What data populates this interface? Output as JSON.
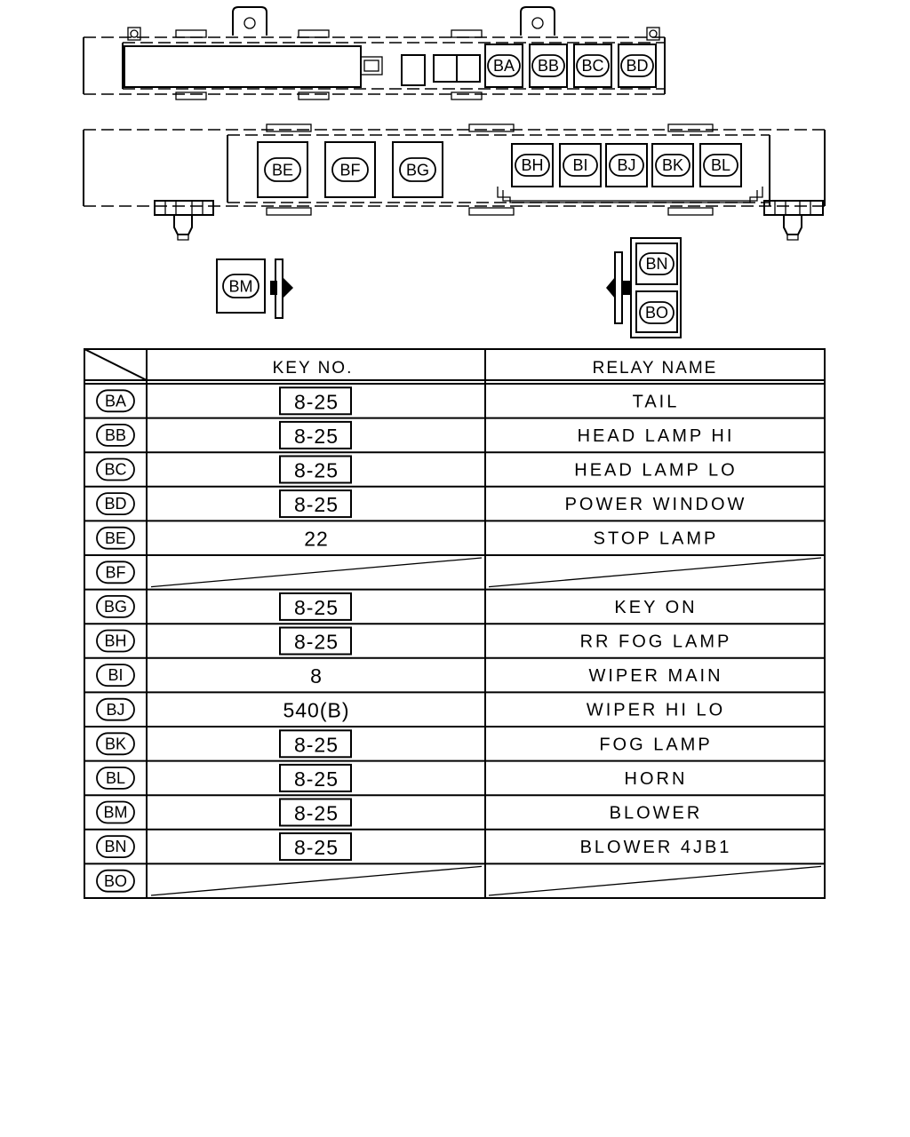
{
  "diagram": {
    "top_relay_labels": [
      "BA",
      "BB",
      "BC",
      "BD"
    ],
    "middle_left_labels": [
      "BE",
      "BF",
      "BG"
    ],
    "middle_right_labels": [
      "BH",
      "BI",
      "BJ",
      "BK",
      "BL"
    ],
    "side_left_label": "BM",
    "side_right_labels": [
      "BN",
      "BO"
    ]
  },
  "table": {
    "headers": {
      "key_no": "KEY NO.",
      "relay_name": "RELAY NAME"
    },
    "rows": [
      {
        "id": "BA",
        "key": "8-25",
        "key_boxed": true,
        "name": "TAIL"
      },
      {
        "id": "BB",
        "key": "8-25",
        "key_boxed": true,
        "name": "HEAD LAMP HI"
      },
      {
        "id": "BC",
        "key": "8-25",
        "key_boxed": true,
        "name": "HEAD LAMP LO"
      },
      {
        "id": "BD",
        "key": "8-25",
        "key_boxed": true,
        "name": "POWER WINDOW"
      },
      {
        "id": "BE",
        "key": "22",
        "key_boxed": false,
        "name": "STOP LAMP"
      },
      {
        "id": "BF",
        "key": "",
        "key_boxed": false,
        "name": "",
        "empty": true
      },
      {
        "id": "BG",
        "key": "8-25",
        "key_boxed": true,
        "name": "KEY ON"
      },
      {
        "id": "BH",
        "key": "8-25",
        "key_boxed": true,
        "name": "RR FOG LAMP"
      },
      {
        "id": "BI",
        "key": "8",
        "key_boxed": false,
        "name": "WIPER MAIN"
      },
      {
        "id": "BJ",
        "key": "540(B)",
        "key_boxed": false,
        "name": "WIPER HI LO"
      },
      {
        "id": "BK",
        "key": "8-25",
        "key_boxed": true,
        "name": "FOG LAMP"
      },
      {
        "id": "BL",
        "key": "8-25",
        "key_boxed": true,
        "name": "HORN"
      },
      {
        "id": "BM",
        "key": "8-25",
        "key_boxed": true,
        "name": "BLOWER"
      },
      {
        "id": "BN",
        "key": "8-25",
        "key_boxed": true,
        "name": "BLOWER 4JB1"
      },
      {
        "id": "BO",
        "key": "",
        "key_boxed": false,
        "name": "",
        "empty": true
      }
    ]
  }
}
